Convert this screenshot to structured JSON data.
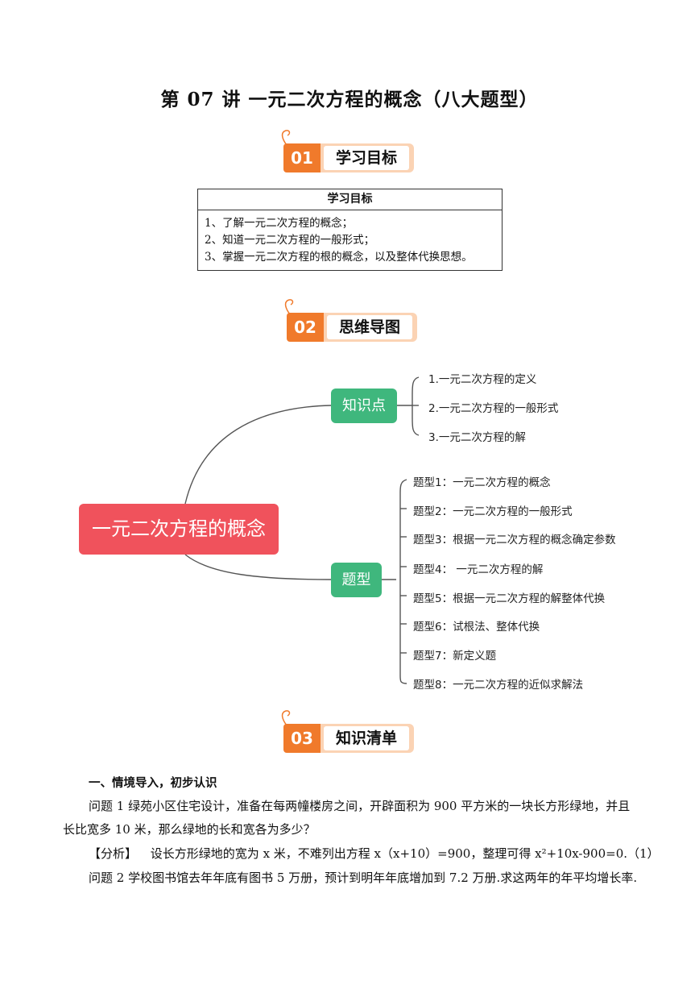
{
  "title": "第 07 讲  一元二次方程的概念（八大题型）",
  "sections": [
    {
      "num": "01",
      "label": "学习目标"
    },
    {
      "num": "02",
      "label": "思维导图"
    },
    {
      "num": "03",
      "label": "知识清单"
    }
  ],
  "goals": {
    "header": "学习目标",
    "items": [
      "1、了解一元二次方程的概念；",
      "2、知道一元二次方程的一般形式；",
      "3、掌握一元二次方程的根的概念，以及整体代换思想。"
    ]
  },
  "mindmap": {
    "root": "一元二次方程的概念",
    "branches": [
      {
        "label": "知识点",
        "leaves": [
          "1.一元二次方程的定义",
          "2.一元二次方程的一般形式",
          "3.一元二次方程的解"
        ]
      },
      {
        "label": "题型",
        "leaves": [
          "题型1：一元二次方程的概念",
          "题型2：一元二次方程的一般形式",
          "题型3：根据一元二次方程的概念确定参数",
          "题型4： 一元二次方程的解",
          "题型5：根据一元二次方程的解整体代换",
          "题型6：试根法、整体代换",
          "题型7：新定义题",
          "题型8：一元二次方程的近似求解法"
        ]
      }
    ]
  },
  "knowledge": {
    "heading": "一、情境导入，初步认识",
    "p1a": "问题 1    绿苑小区住宅设计，准备在每两幢楼房之间，开辟面积为 900 平方米的一块长方形绿地，并且",
    "p1b": "长比宽多 10 米，那么绿地的长和宽各为多少？",
    "p2_label": "【分析】",
    "p2_text": "设长方形绿地的宽为 x 米，不难列出方程 x（x+10）=900，整理可得 x²+10x-900=0.（1）",
    "p3": "问题 2    学校图书馆去年年底有图书 5 万册，预计到明年年底增加到 7.2 万册.求这两年的年平均增长率."
  }
}
